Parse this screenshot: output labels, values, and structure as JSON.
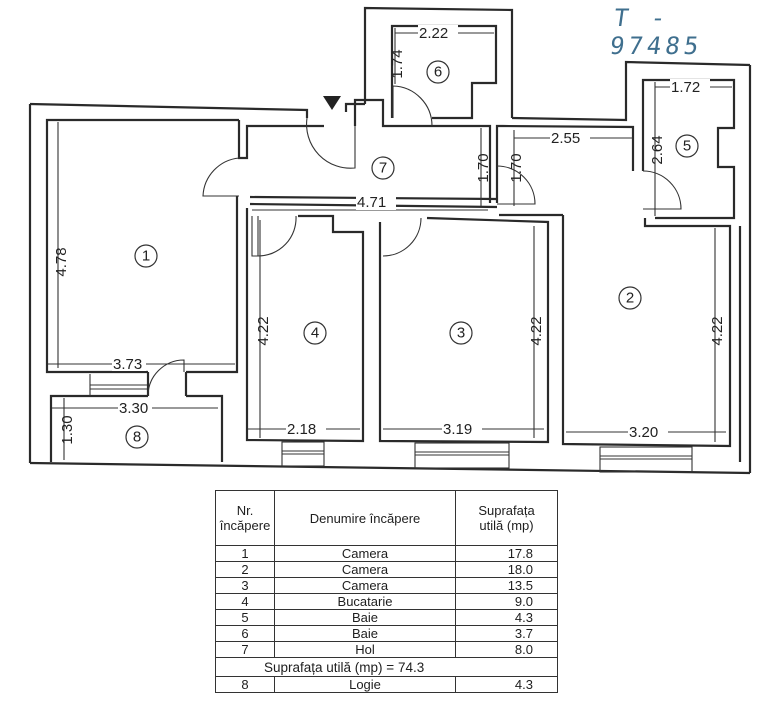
{
  "stamp": {
    "text": "T - 97485"
  },
  "floor_plan": {
    "entrance_marker": "entrance-triangle",
    "rooms": [
      {
        "nr": "1",
        "label": "1"
      },
      {
        "nr": "2",
        "label": "2"
      },
      {
        "nr": "3",
        "label": "3"
      },
      {
        "nr": "4",
        "label": "4"
      },
      {
        "nr": "5",
        "label": "5"
      },
      {
        "nr": "6",
        "label": "6"
      },
      {
        "nr": "7",
        "label": "7"
      },
      {
        "nr": "8",
        "label": "8"
      }
    ],
    "dimensions": {
      "room1_height": "4.78",
      "room1_width": "3.73",
      "room8_width": "3.30",
      "room8_height": "1.30",
      "room4_height": "4.22",
      "room4_width": "2.18",
      "room3_height": "4.22",
      "room3_width": "3.19",
      "room2_height": "4.22",
      "room2_width": "3.20",
      "hall_width": "4.71",
      "hall_depth_a": "1.70",
      "hall_depth_b": "1.70",
      "hall_right_width": "2.55",
      "room6_width": "2.22",
      "room6_height": "1.74",
      "room5_width": "1.72",
      "room5_height": "2.64"
    }
  },
  "table": {
    "headers": {
      "nr": "Nr. încăpere",
      "nr_line1": "Nr.",
      "nr_line2": "încăpere",
      "name": "Denumire încăpere",
      "area_line1": "Suprafața",
      "area_line2": "utilă (mp)"
    },
    "rows": [
      {
        "nr": "1",
        "name": "Camera",
        "area": "17.8"
      },
      {
        "nr": "2",
        "name": "Camera",
        "area": "18.0"
      },
      {
        "nr": "3",
        "name": "Camera",
        "area": "13.5"
      },
      {
        "nr": "4",
        "name": "Bucatarie",
        "area": "9.0"
      },
      {
        "nr": "5",
        "name": "Baie",
        "area": "4.3"
      },
      {
        "nr": "6",
        "name": "Baie",
        "area": "3.7"
      },
      {
        "nr": "7",
        "name": "Hol",
        "area": "8.0"
      }
    ],
    "total": "Suprafața utilă (mp) = 74.3",
    "extra_rows": [
      {
        "nr": "8",
        "name": "Logie",
        "area": "4.3"
      }
    ]
  }
}
